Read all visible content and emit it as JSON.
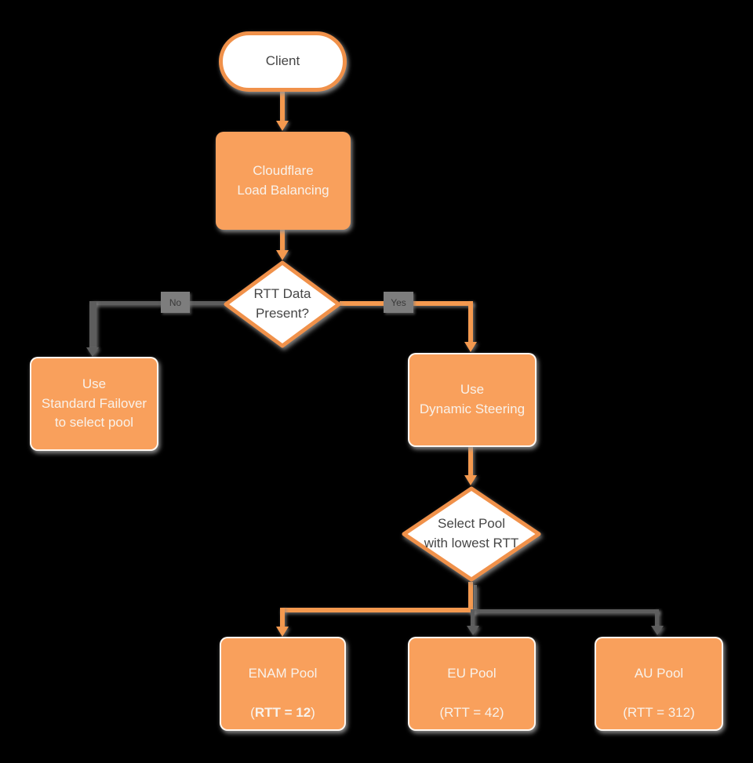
{
  "colors": {
    "background": "#000000",
    "node_fill": "#F9A05C",
    "node_border": "#F0914A",
    "edge_orange": "#F4994F",
    "white_fill": "#FFFFFF",
    "dark_text": "#464646",
    "light_text": "#F9F2EB",
    "gray_line": "#5D5D5D",
    "label_bg": "#7D7D7D",
    "label_text": "#3A3A3A"
  },
  "nodes": {
    "client": {
      "label": "Client"
    },
    "load_balancer": {
      "label": "Cloudflare\nLoad Balancing"
    },
    "rtt_decision": {
      "label": "RTT Data\nPresent?"
    },
    "standard_failover": {
      "label": "Use\nStandard Failover\nto select pool"
    },
    "dynamic_steering": {
      "label": "Use\nDynamic Steering"
    },
    "select_pool_decision": {
      "label": "Select Pool\nwith lowest RTT"
    },
    "enam_pool": {
      "line1": "ENAM Pool",
      "paren_open": "(",
      "rtt_bold": "RTT = 12",
      "paren_close": ")"
    },
    "eu_pool": {
      "line1": "EU Pool",
      "line2": "(RTT = 42)"
    },
    "au_pool": {
      "line1": "AU Pool",
      "line2": "(RTT = 312)"
    }
  },
  "edge_labels": {
    "no": "No",
    "yes": "Yes"
  }
}
